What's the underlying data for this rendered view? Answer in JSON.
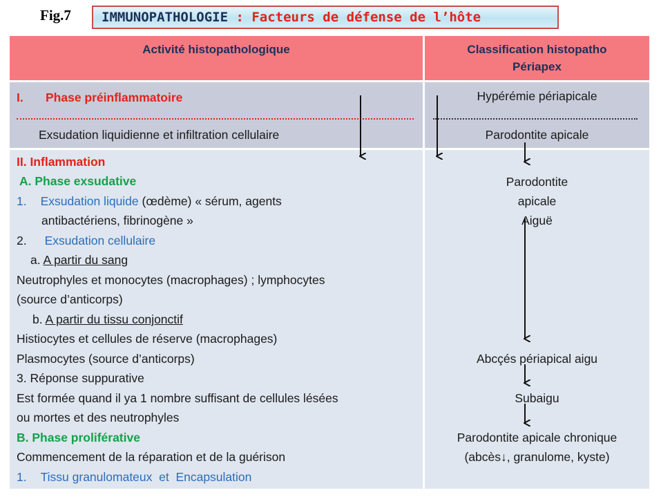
{
  "header": {
    "fig_label": "Fig.7",
    "title_main": "IMMUNOPATHOLOGIE",
    "title_sep": " : ",
    "title_sub": "Facteurs de défense de l’hôte"
  },
  "table": {
    "col1_header": "Activité histopathologique",
    "col2_header_line1": "Classification histopatho",
    "col2_header_line2": "Périapex",
    "row1": {
      "phase_number": "I.",
      "phase_title": "Phase préinflammatoire",
      "left_line2": "Exsudation liquidienne et infiltration cellulaire",
      "right_line1": "Hypérémie périapicale",
      "right_line2": "Parodontite apicale"
    },
    "row2": {
      "left": {
        "l1": "II. Inflammation",
        "l2": "A. Phase exsudative",
        "l3_num": "1.",
        "l3_blue": "Exsudation liquide",
        "l3_rest": " (œdème) « sérum, agents",
        "l4": "antibactériens, fibrinogène »",
        "l5_num": "2.",
        "l5_blue": "Exsudation cellulaire",
        "l6_prefix": "a. ",
        "l6_under": "A partir du sang",
        "l7": "Neutrophyles et monocytes (macrophages) ; lymphocytes",
        "l8": "(source d’anticorps)",
        "l9_prefix": "b. ",
        "l9_under": "A partir du tissu conjonctif",
        "l10": "Histiocytes et cellules de réserve (macrophages)",
        "l11": "Plasmocytes (source d’anticorps)",
        "l12": "3. Réponse suppurative",
        "l13": "Est formée quand il ya 1 nombre suffisant de cellules lésées",
        "l14": "ou mortes et des neutrophyles",
        "l15": "B. Phase proliférative",
        "l16": "Commencement de la réparation et de la guérison",
        "l17_num": "1.",
        "l17_text": "Tissu granulomateux  et  Encapsulation"
      },
      "right": {
        "r1": "Parodontite",
        "r2": "apicale",
        "r3": "Aiguë",
        "r4": "Abcçés périapical aigu",
        "r5": "Subaigu",
        "r6": "Parodontite apicale chronique",
        "r7": "(abcès↓, granulome, kyste)"
      }
    }
  },
  "colors": {
    "header_bg": "#f47a80",
    "row1_bg": "#c8ccda",
    "row2_bg": "#dfe6ef",
    "red": "#e2231a",
    "green": "#13a24a",
    "blue": "#2a6ebb",
    "navy": "#1f2f5a"
  }
}
